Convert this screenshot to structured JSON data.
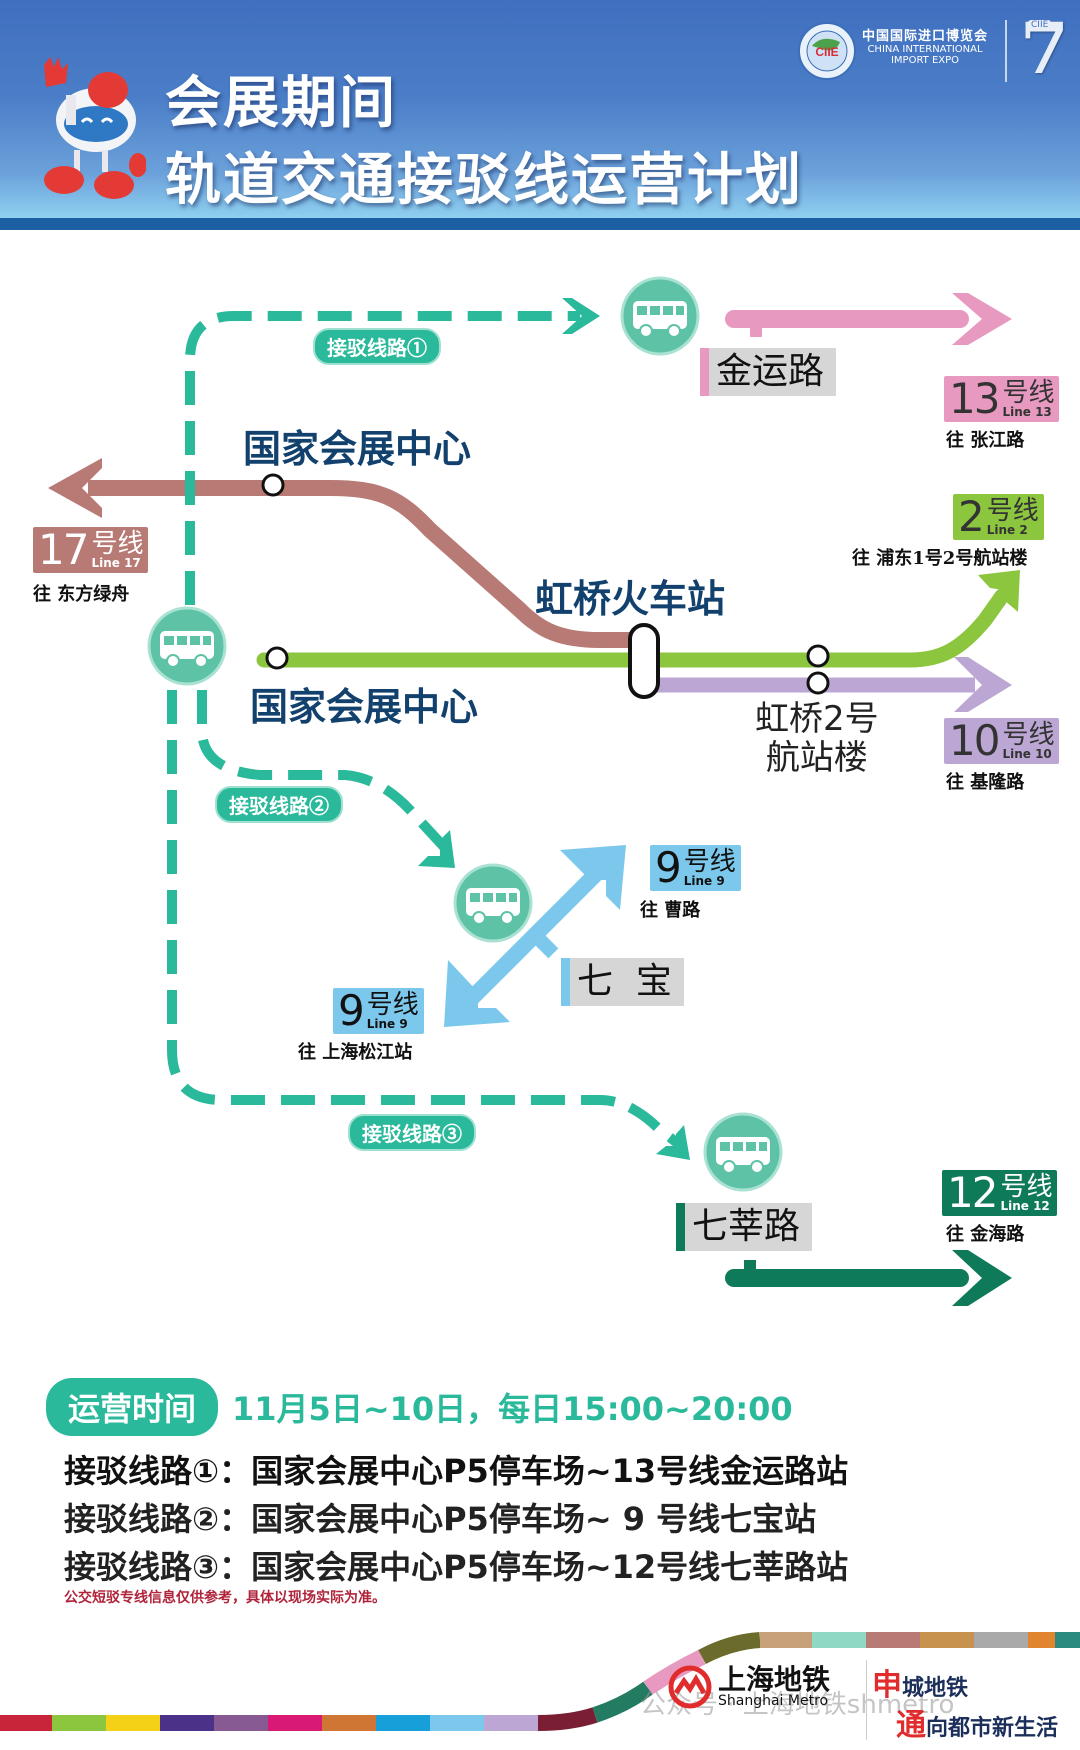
{
  "header": {
    "title_line1": "会展期间",
    "title_line2": "轨道交通接驳线运营计划",
    "ciie_cn": "中国国际进口博览会",
    "ciie_en_line1": "CHINA INTERNATIONAL",
    "ciie_en_line2": "IMPORT EXPO",
    "ciie_logo_text": "CIIE",
    "ciie_edition": "7"
  },
  "map": {
    "routes": [
      {
        "label": "接驳线路①"
      },
      {
        "label": "接驳线路②"
      },
      {
        "label": "接驳线路③"
      }
    ],
    "stations": {
      "necc_line17": "国家会展中心",
      "necc_line2": "国家会展中心",
      "hongqiao_railway": "虹桥火车站",
      "hongqiao_t2_line1": "虹桥2号",
      "hongqiao_t2_line2": "航站楼",
      "jinyun_road": "金运路",
      "qibao": "七  宝",
      "qixin_road": "七莘路"
    },
    "lines": [
      {
        "id": "line13",
        "num": "13",
        "hx": "号线",
        "en": "Line 13",
        "dest": "往 张江路",
        "color": "#e899c0"
      },
      {
        "id": "line17",
        "num": "17",
        "hx": "号线",
        "en": "Line 17",
        "dest": "往 东方绿舟",
        "color": "#b77a74"
      },
      {
        "id": "line2",
        "num": "2",
        "hx": "号线",
        "en": "Line 2",
        "dest": "往 浦东1号2号航站楼",
        "color": "#8cc63f"
      },
      {
        "id": "line10",
        "num": "10",
        "hx": "号线",
        "en": "Line 10",
        "dest": "往 基隆路",
        "color": "#bca6d4"
      },
      {
        "id": "line9_up",
        "num": "9",
        "hx": "号线",
        "en": "Line 9",
        "dest": "往 曹路",
        "color": "#7cc8ec"
      },
      {
        "id": "line9_down",
        "num": "9",
        "hx": "号线",
        "en": "Line 9",
        "dest": "往 上海松江站",
        "color": "#7cc8ec"
      },
      {
        "id": "line12",
        "num": "12",
        "hx": "号线",
        "en": "Line 12",
        "dest": "往 金海路",
        "color": "#0f7a5a"
      }
    ],
    "shuttle_color": "#2bb99c"
  },
  "schedule": {
    "label": "运营时间",
    "time": "11月5日~10日，每日15:00~20:00",
    "routes": [
      "接驳线路①：国家会展中心P5停车场~13号线金运路站",
      "接驳线路②：国家会展中心P5停车场~ 9 号线七宝站",
      "接驳线路③：国家会展中心P5停车场~12号线七莘路站"
    ],
    "note": "公交短驳专线信息仅供参考，具体以现场实际为准。"
  },
  "footer": {
    "metro_cn": "上海地铁",
    "metro_en": "Shanghai Metro",
    "slogan1_red": "申",
    "slogan1_rest": "城地铁",
    "slogan2_red": "通",
    "slogan2_rest": "向都市新生活",
    "watermark": "公众号 · 上海地铁shmetro"
  }
}
